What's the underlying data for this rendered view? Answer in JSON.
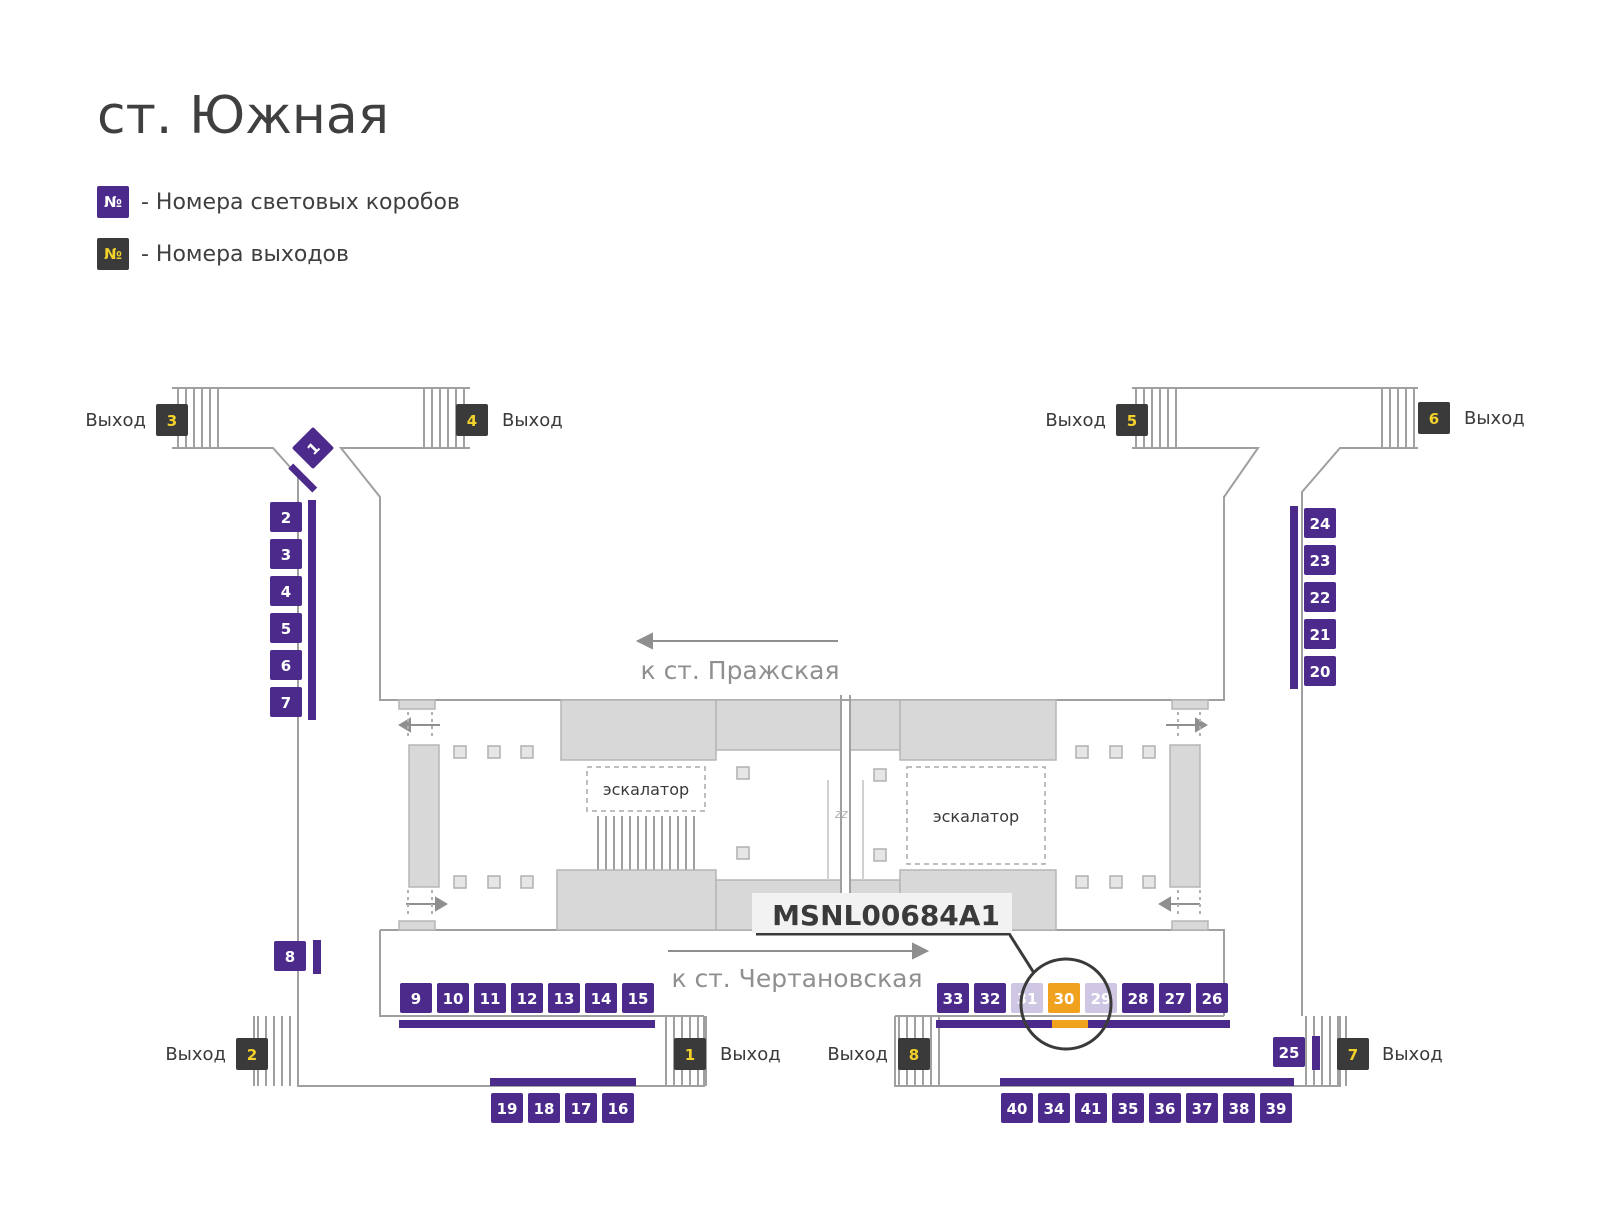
{
  "title": "ст. Южная",
  "legend": {
    "symbol": "№",
    "lightbox_label": "- Номера световых коробов",
    "exit_label": "- Номера выходов"
  },
  "colors": {
    "lightbox": "#4b2a8c",
    "lightbox_faded": "#cfc6e4",
    "highlight": "#f0a11d",
    "exit_box": "#3a3a3a",
    "exit_number": "#f2d12b",
    "wall": "#a0a0a0"
  },
  "directions": {
    "north": "к ст. Пражская",
    "south": "к ст. Чертановская"
  },
  "escalator_label": "эскалатор",
  "zz_mark": "zz",
  "exits": [
    {
      "number": "1",
      "label": "Выход"
    },
    {
      "number": "2",
      "label": "Выход"
    },
    {
      "number": "3",
      "label": "Выход"
    },
    {
      "number": "4",
      "label": "Выход"
    },
    {
      "number": "5",
      "label": "Выход"
    },
    {
      "number": "6",
      "label": "Выход"
    },
    {
      "number": "7",
      "label": "Выход"
    },
    {
      "number": "8",
      "label": "Выход"
    }
  ],
  "lightboxes": {
    "left_column": [
      "2",
      "3",
      "4",
      "5",
      "6",
      "7"
    ],
    "rotated": "1",
    "left_single": "8",
    "bottom_left_row": [
      "9",
      "10",
      "11",
      "12",
      "13",
      "14",
      "15"
    ],
    "bottom_left_lower": [
      "19",
      "18",
      "17",
      "16"
    ],
    "right_column": [
      "24",
      "23",
      "22",
      "21",
      "20"
    ],
    "bottom_right_row": [
      {
        "number": "33",
        "state": "normal"
      },
      {
        "number": "32",
        "state": "normal"
      },
      {
        "number": "31",
        "state": "faded"
      },
      {
        "number": "30",
        "state": "highlight"
      },
      {
        "number": "29",
        "state": "faded"
      },
      {
        "number": "28",
        "state": "normal"
      },
      {
        "number": "27",
        "state": "normal"
      },
      {
        "number": "26",
        "state": "normal"
      }
    ],
    "bottom_right_lower": [
      "40",
      "34",
      "41",
      "35",
      "36",
      "37",
      "38",
      "39"
    ],
    "right_single": "25"
  },
  "callout": {
    "code": "MSNL00684A1",
    "target": "30"
  }
}
